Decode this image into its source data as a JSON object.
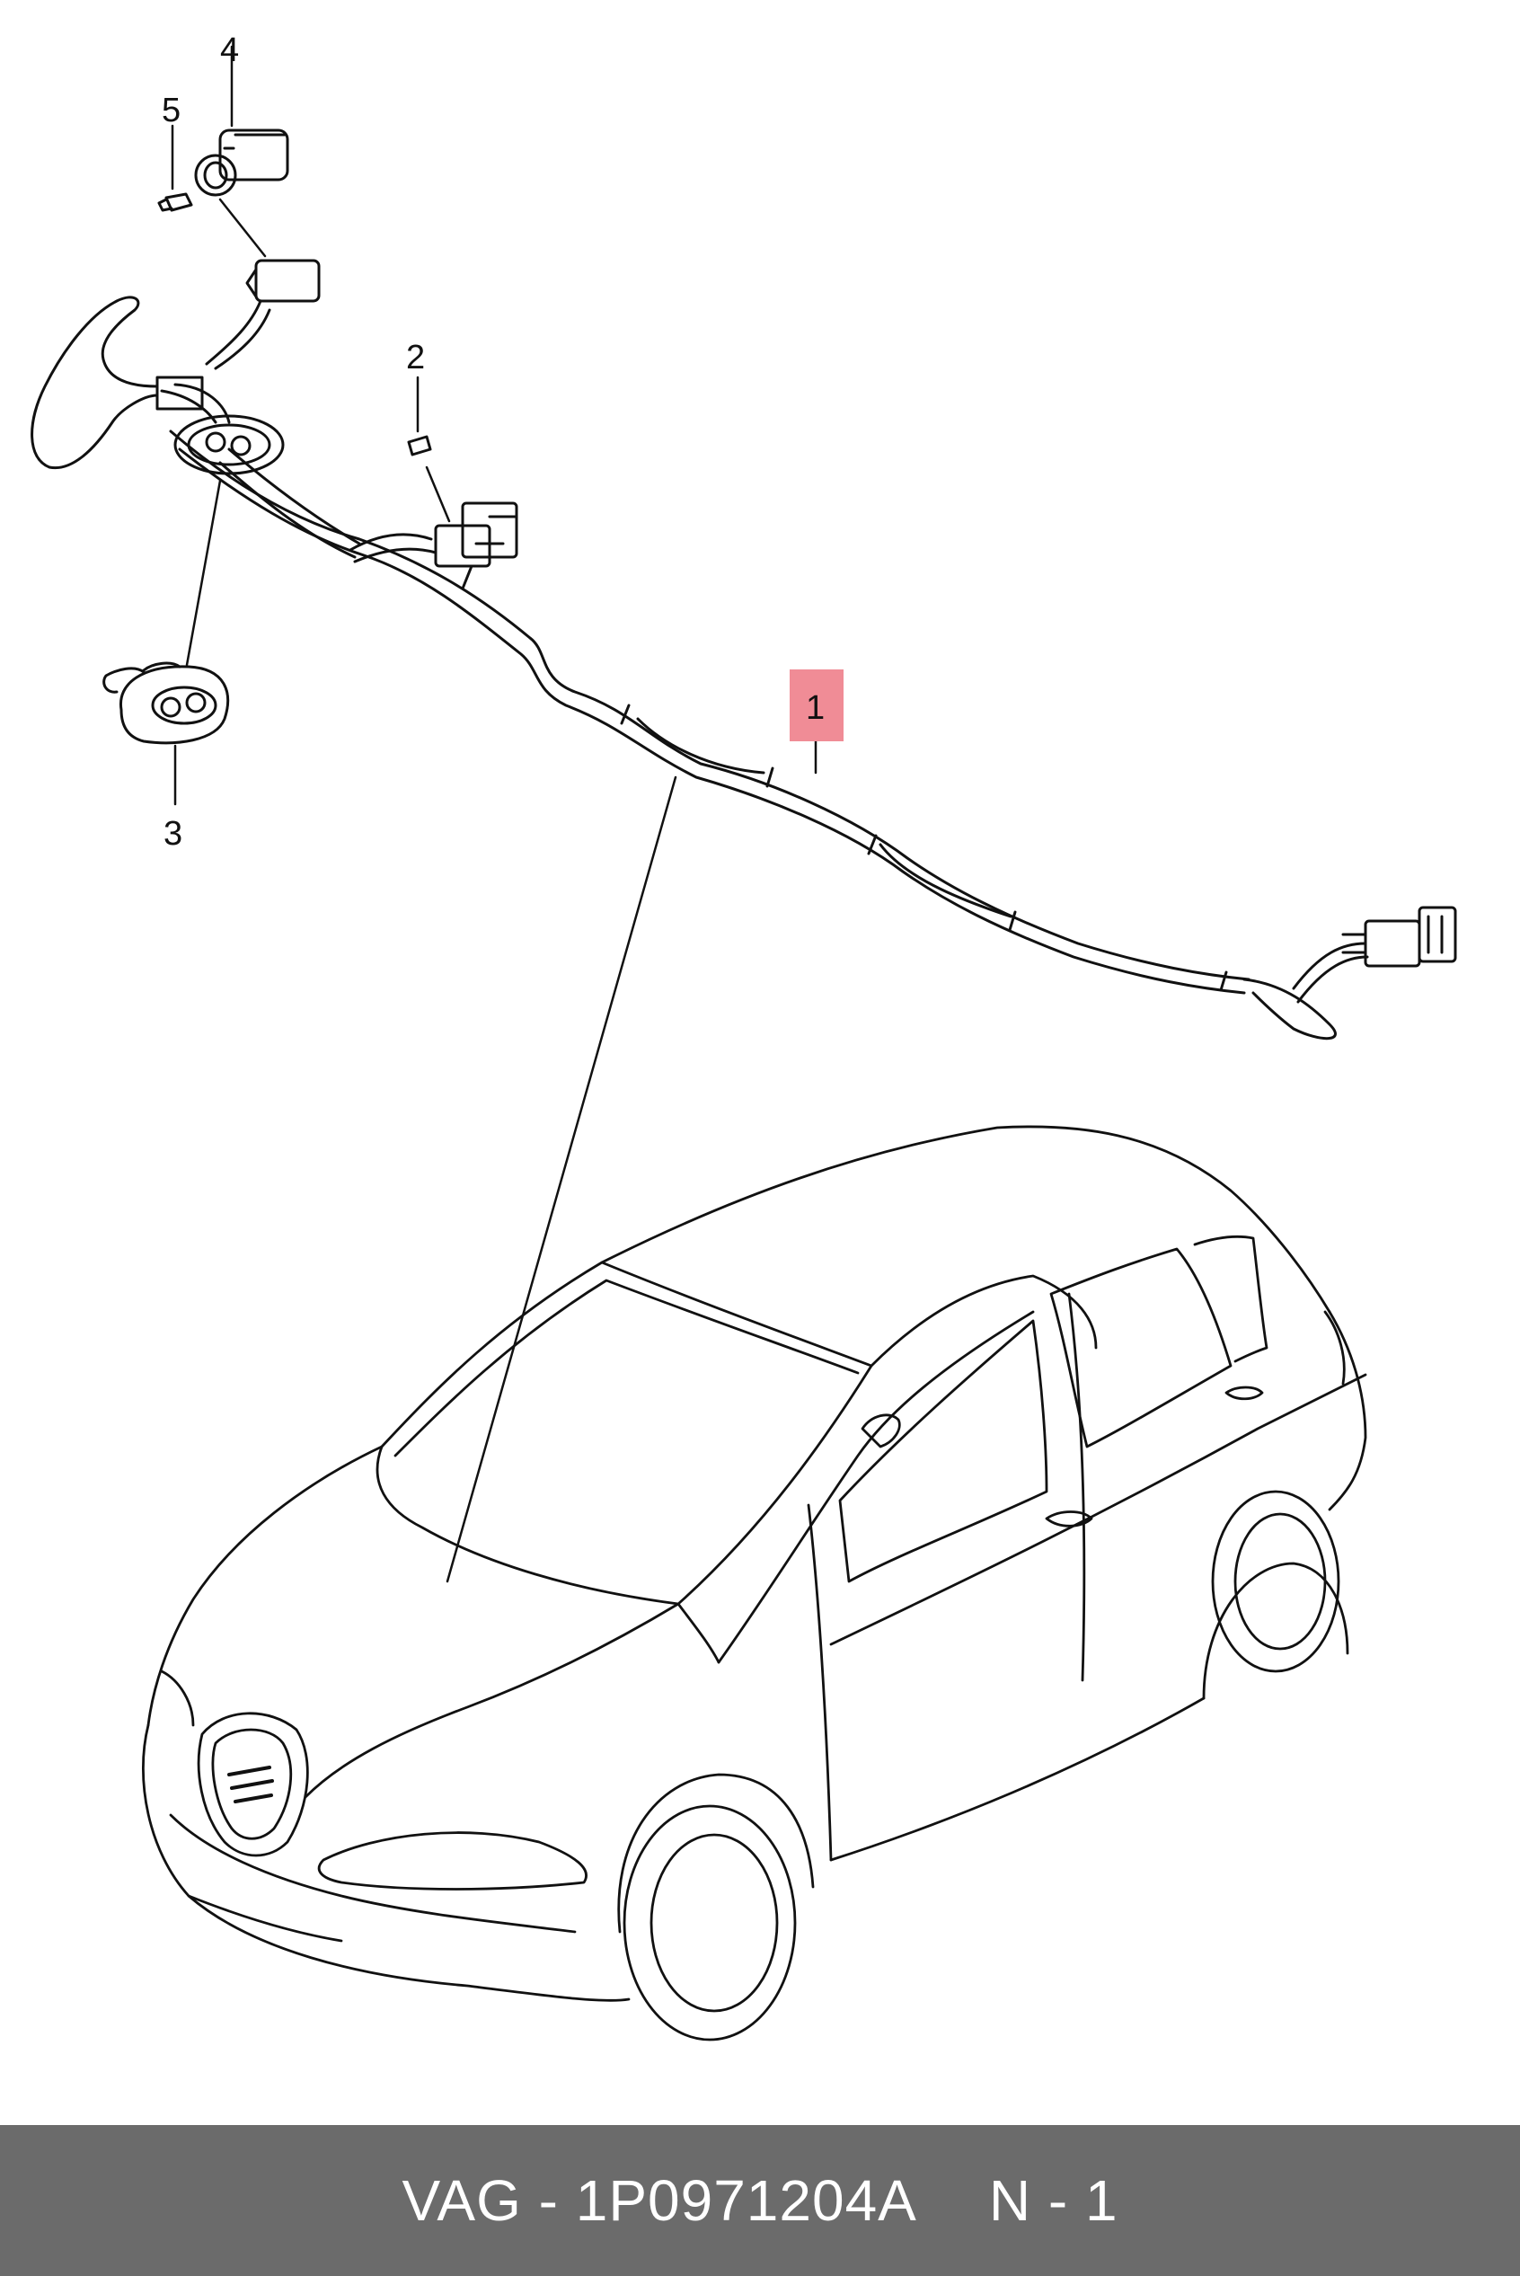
{
  "callouts": {
    "c1": "1",
    "c2": "2",
    "c3": "3",
    "c4": "4",
    "c5": "5"
  },
  "highlight_color": "#f08c96",
  "footer": {
    "part_label": "VAG - 1P0971204A",
    "quantity_label": "N - 1"
  }
}
